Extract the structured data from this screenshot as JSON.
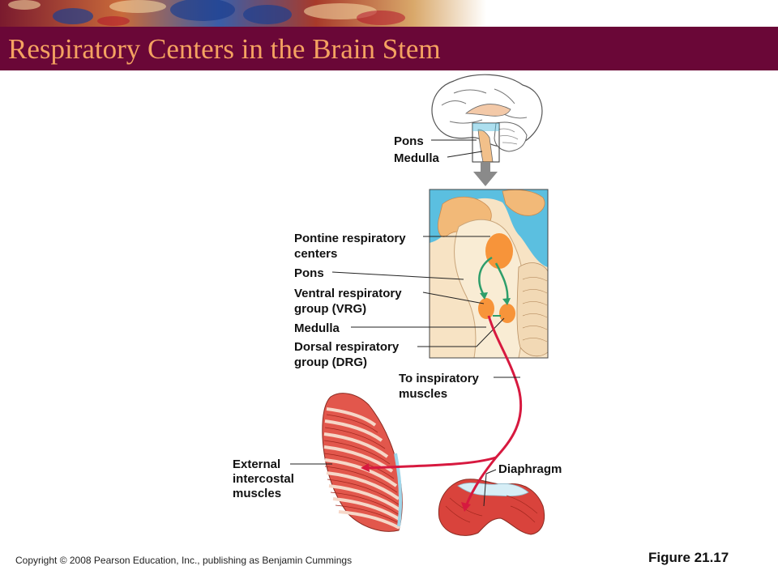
{
  "title": "Respiratory Centers in the Brain Stem",
  "labels": {
    "pons_top": "Pons",
    "medulla_top": "Medulla",
    "pontine_1": "Pontine respiratory",
    "pontine_2": "centers",
    "pons": "Pons",
    "vrg_1": "Ventral respiratory",
    "vrg_2": "group (VRG)",
    "medulla": "Medulla",
    "drg_1": "Dorsal respiratory",
    "drg_2": "group (DRG)",
    "insp_1": "To inspiratory",
    "insp_2": "muscles",
    "ext_1": "External",
    "ext_2": "intercostal",
    "ext_3": "muscles",
    "diaphragm": "Diaphragm"
  },
  "footer": {
    "copyright": "Copyright © 2008 Pearson Education, Inc., publishing as Benjamin Cummings",
    "figure": "Figure 21.17"
  },
  "colors": {
    "title_bar": "#6a0737",
    "title_text": "#f4a261",
    "nerve": "#d7193f",
    "center": "#f7943a",
    "csf": "#5bbfe0",
    "tissue": "#f7e3c4",
    "muscle": "#d9433c",
    "feedback_arrow": "#2e9e6b"
  }
}
